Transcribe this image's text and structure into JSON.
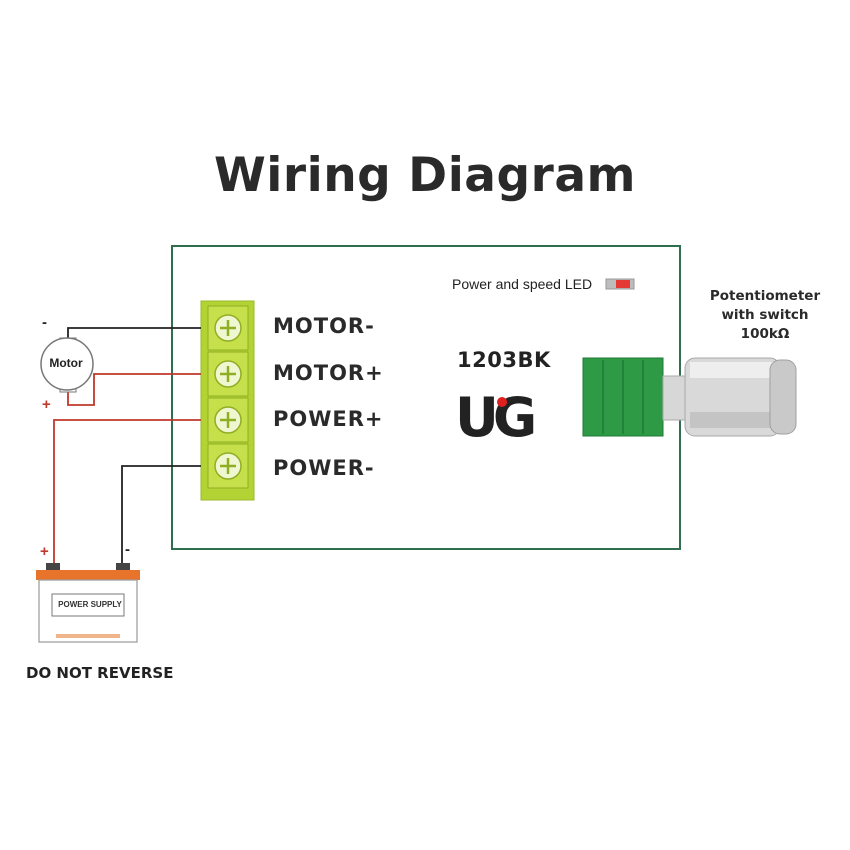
{
  "title": "Wiring Diagram",
  "terminals": [
    {
      "label": "MOTOR-"
    },
    {
      "label": "MOTOR+"
    },
    {
      "label": "POWER+"
    },
    {
      "label": "POWER-"
    }
  ],
  "led_label": "Power and speed LED",
  "model": "1203BK",
  "logo_text": "UG",
  "potentiometer": {
    "line1": "Potentiometer",
    "line2": "with switch",
    "line3": "100kΩ"
  },
  "motor": {
    "label": "Motor",
    "neg_sign": "-",
    "pos_sign": "+"
  },
  "power_supply": {
    "label": "POWER SUPPLY",
    "pos_sign": "+",
    "neg_sign": "-"
  },
  "warning": "DO NOT REVERSE",
  "colors": {
    "board_border": "#2f6e4e",
    "terminal_green": "#b3d335",
    "wire_red": "#c0392b",
    "wire_black": "#222222",
    "knob_green": "#2e9a46",
    "battery_orange": "#e8742c",
    "led_red": "#e53935",
    "logo_red": "#e02020"
  }
}
